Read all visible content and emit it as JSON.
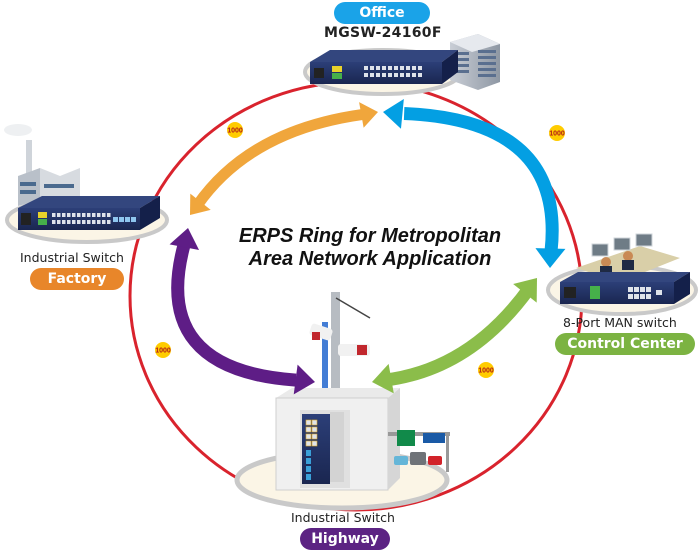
{
  "diagram": {
    "title_line1": "ERPS Ring for Metropolitan",
    "title_line2": "Area Network Application",
    "ring_color": "#d9232d",
    "link_speed_badges": [
      "1000",
      "1000",
      "1000",
      "1000"
    ],
    "badge_color": "#ffcc00",
    "nodes": {
      "office": {
        "location_label": "Office",
        "device_label": "MGSW-24160F",
        "color": "#1aa3e8"
      },
      "factory": {
        "location_label": "Factory",
        "device_label": "Industrial Switch",
        "color": "#e8862a"
      },
      "control_center": {
        "location_label": "Control Center",
        "device_label": "8-Port MAN switch",
        "color": "#7cb342"
      },
      "highway": {
        "location_label": "Highway",
        "device_label": "Industrial Switch",
        "color": "#5c2383"
      }
    },
    "arrows": {
      "office_factory": "#f0a63c",
      "office_control": "#039fe3",
      "factory_highway": "#5e1d86",
      "control_highway": "#8bbd4a"
    }
  }
}
